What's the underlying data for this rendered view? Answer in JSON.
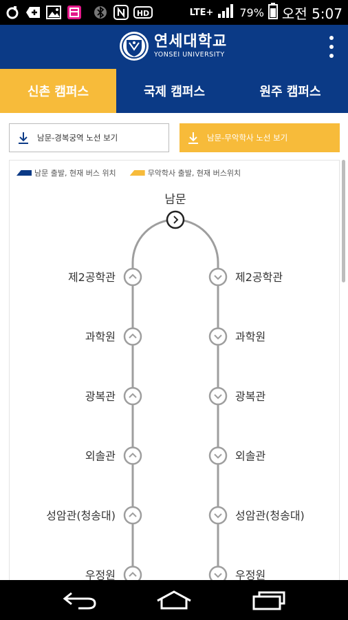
{
  "status_bar": {
    "icons": [
      "o-icon",
      "add-box-icon",
      "gallery-icon",
      "calendar-icon",
      "bluetooth-icon",
      "nfc-icon",
      "hd-icon",
      "lte-icon",
      "signal-icon"
    ],
    "network": "LTE+",
    "battery": "79%",
    "time": "오전 5:07"
  },
  "header": {
    "title_kr": "연세대학교",
    "title_en": "YONSEI UNIVERSITY",
    "logo_icon": "yonsei-emblem-icon",
    "menu_icon": "overflow-menu-icon"
  },
  "tabs": [
    {
      "label": "신촌 캠퍼스",
      "active": true
    },
    {
      "label": "국제 캠퍼스",
      "active": false
    },
    {
      "label": "원주 캠퍼스",
      "active": false
    }
  ],
  "route_buttons": [
    {
      "label": "남문-경복궁역 노선 보기",
      "icon": "download-arrow-icon"
    },
    {
      "label": "남문-무악학사 노선 보기",
      "icon": "download-arrow-icon"
    }
  ],
  "legend": [
    {
      "label": "남문 출발, 현재 버스 위치",
      "color": "#0b3a86"
    },
    {
      "label": "무악학사 출발, 현재 버스위치",
      "color": "#f7bb3a"
    }
  ],
  "route": {
    "top_stop": "남문",
    "left_stops": [
      "제2공학관",
      "과학원",
      "광복관",
      "외솔관",
      "성암관(청송대)",
      "우정원"
    ],
    "right_stops": [
      "제2공학관",
      "과학원",
      "광복관",
      "외솔관",
      "성암관(청송대)",
      "우정원"
    ],
    "line_color": "#9e9e9e"
  },
  "nav_bar": {
    "icons": [
      "back-icon",
      "home-icon",
      "recent-apps-icon"
    ]
  },
  "colors": {
    "primary": "#0b3a86",
    "accent": "#f7bb3a"
  }
}
